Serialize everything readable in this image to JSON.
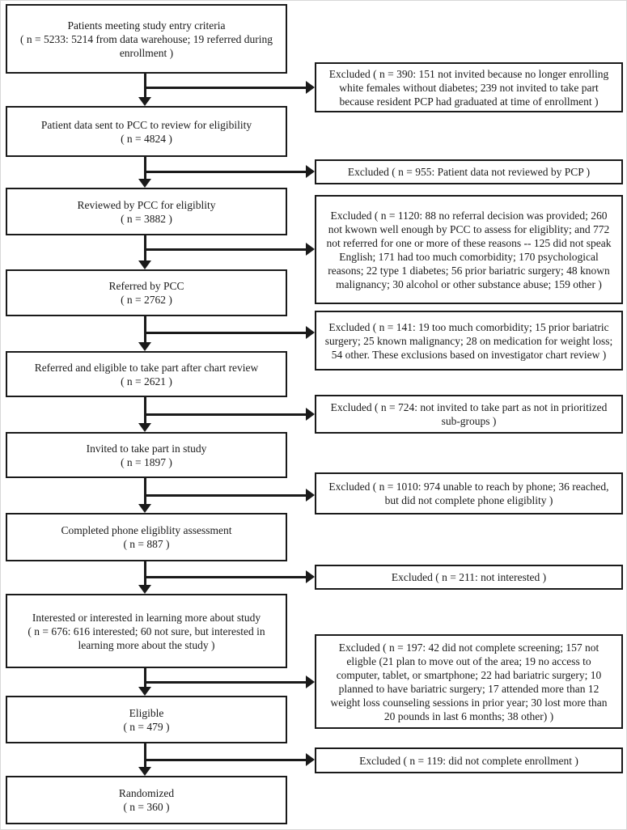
{
  "flow": {
    "steps": [
      {
        "title": "Patients meeting study entry criteria",
        "detail": "( n = 5233: 5214 from data warehouse; 19 referred during enrollment )"
      },
      {
        "title": "Patient data sent to PCC to review for eligibility",
        "detail": "( n = 4824 )"
      },
      {
        "title": "Reviewed by PCC for eligiblity",
        "detail": "( n = 3882 )"
      },
      {
        "title": "Referred by PCC",
        "detail": "( n = 2762 )"
      },
      {
        "title": "Referred and eligible to take part after chart review",
        "detail": "( n = 2621 )"
      },
      {
        "title": "Invited to take part in study",
        "detail": "( n = 1897 )"
      },
      {
        "title": "Completed phone eligiblity assessment",
        "detail": "( n = 887 )"
      },
      {
        "title": "Interested or interested in learning more about study",
        "detail": "( n = 676: 616 interested; 60 not sure, but interested in learning more about the study )"
      },
      {
        "title": "Eligible",
        "detail": "( n = 479 )"
      },
      {
        "title": "Randomized",
        "detail": "( n = 360 )"
      }
    ],
    "exclusions": [
      {
        "text": "Excluded ( n = 390: 151 not invited because no longer enrolling white females without diabetes; 239 not invited to take part because resident PCP had graduated at time of enrollment )"
      },
      {
        "text": "Excluded ( n = 955: Patient data not reviewed by PCP )"
      },
      {
        "text": "Excluded ( n = 1120: 88 no referral decision was provided; 260 not kwown well enough by PCC to assess for eligiblity; and 772 not referred for one or more of these reasons -- 125 did not speak English; 171 had too much comorbidity; 170 psychological reasons; 22 type 1 diabetes; 56 prior bariatric surgery; 48 known malignancy; 30 alcohol or other substance abuse; 159 other )"
      },
      {
        "text": "Excluded ( n = 141: 19 too much comorbidity; 15 prior bariatric surgery; 25 known malignancy; 28 on medication for weight loss; 54 other. These exclusions based on investigator chart review )"
      },
      {
        "text": "Excluded ( n = 724: not invited to take part as not in prioritized sub-groups )"
      },
      {
        "text": "Excluded ( n = 1010: 974 unable to reach by phone; 36 reached, but did not complete phone eligiblity )"
      },
      {
        "text": "Excluded ( n = 211: not interested )"
      },
      {
        "text": "Excluded ( n = 197: 42 did not complete screening; 157 not eligble (21 plan to move out of the area; 19 no access to computer, tablet, or smartphone; 22 had bariatric surgery; 10 planned to have bariatric surgery; 17 attended more than 12 weight loss counseling sessions in prior year; 30 lost more than 20 pounds in last 6 months; 38 other) )"
      },
      {
        "text": "Excluded ( n = 119: did not complete enrollment )"
      }
    ]
  }
}
